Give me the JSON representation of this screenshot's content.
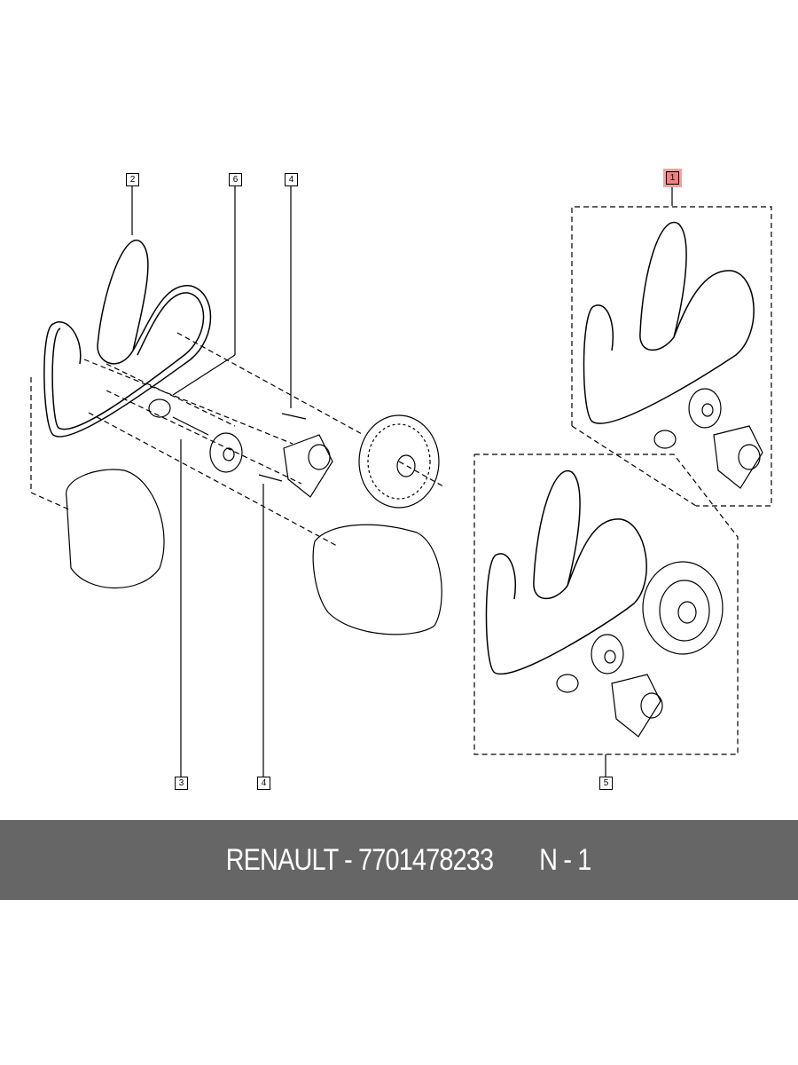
{
  "callouts": {
    "c1": "1",
    "c2": "2",
    "c3": "3",
    "c4_top": "4",
    "c4_bottom": "4",
    "c5": "5",
    "c6": "6"
  },
  "banner": {
    "brand_part": "RENAULT - 7701478233",
    "note": "N - 1"
  },
  "colors": {
    "banner_bg": "#666666",
    "highlight": "#f08080"
  }
}
